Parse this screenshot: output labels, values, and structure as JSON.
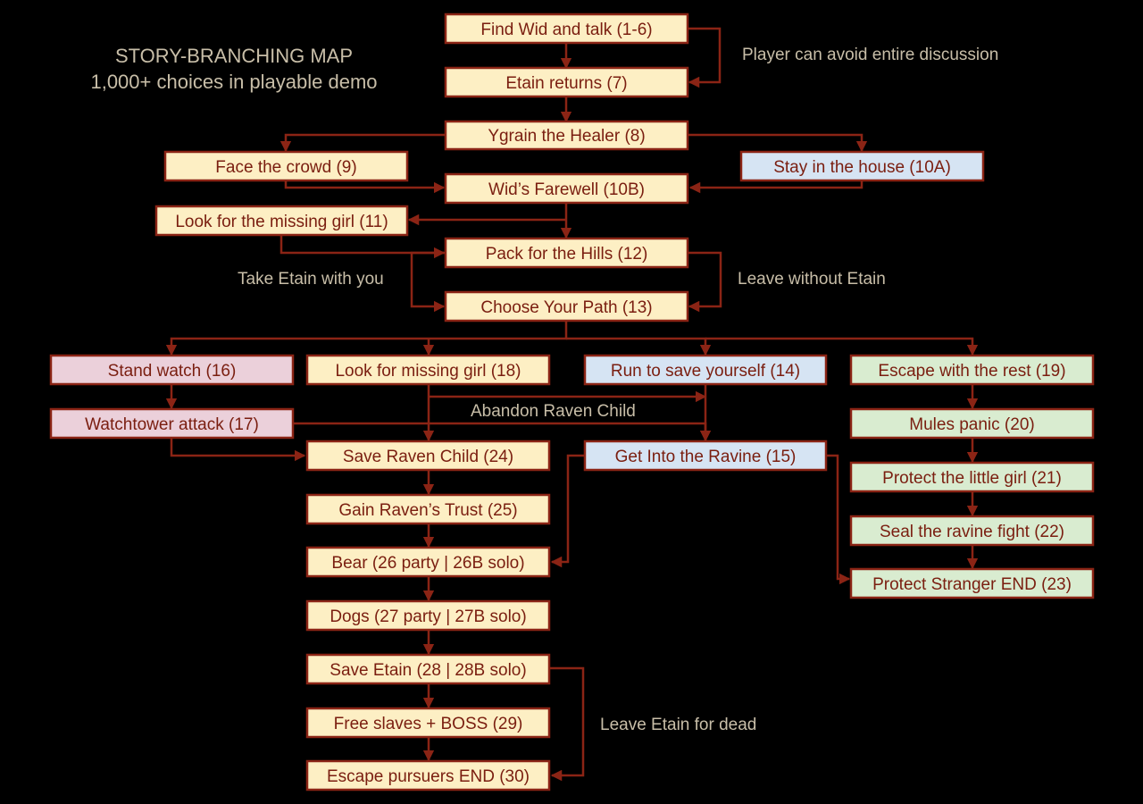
{
  "title": {
    "line1": "STORY-BRANCHING MAP",
    "line2": "1,000+ choices in playable demo"
  },
  "colors": {
    "background": "#000000",
    "stroke": "#8b2415",
    "label_text": "#7a1e10",
    "annotation_text": "#c8bea8",
    "main_fill": "#fdefc4",
    "blue_fill": "#d6e4f3",
    "pink_fill": "#ebd0da",
    "green_fill": "#d9ecd0"
  },
  "nodes": [
    {
      "id": "n1_6",
      "label": "Find Wid and talk (1-6)",
      "style": "main"
    },
    {
      "id": "n7",
      "label": "Etain returns (7)",
      "style": "main"
    },
    {
      "id": "n8",
      "label": "Ygrain the Healer (8)",
      "style": "main"
    },
    {
      "id": "n9",
      "label": "Face the crowd (9)",
      "style": "main"
    },
    {
      "id": "n10a",
      "label": "Stay in the house (10A)",
      "style": "blue"
    },
    {
      "id": "n10b",
      "label": "Wid’s Farewell (10B)",
      "style": "main"
    },
    {
      "id": "n11",
      "label": "Look for the missing girl (11)",
      "style": "main"
    },
    {
      "id": "n12",
      "label": "Pack for the Hills (12)",
      "style": "main"
    },
    {
      "id": "n13",
      "label": "Choose Your Path (13)",
      "style": "main"
    },
    {
      "id": "n16",
      "label": "Stand watch (16)",
      "style": "pink"
    },
    {
      "id": "n18",
      "label": "Look for missing girl (18)",
      "style": "main"
    },
    {
      "id": "n14",
      "label": "Run to save yourself (14)",
      "style": "blue"
    },
    {
      "id": "n19",
      "label": "Escape with the rest (19)",
      "style": "green"
    },
    {
      "id": "n17",
      "label": "Watchtower attack (17)",
      "style": "pink"
    },
    {
      "id": "n20",
      "label": "Mules panic (20)",
      "style": "green"
    },
    {
      "id": "n24",
      "label": "Save Raven Child (24)",
      "style": "main"
    },
    {
      "id": "n15",
      "label": "Get Into the Ravine (15)",
      "style": "blue"
    },
    {
      "id": "n21",
      "label": "Protect the little girl (21)",
      "style": "green"
    },
    {
      "id": "n25",
      "label": "Gain Raven’s Trust (25)",
      "style": "main"
    },
    {
      "id": "n22",
      "label": "Seal the ravine fight (22)",
      "style": "green"
    },
    {
      "id": "n26",
      "label": "Bear (26 party | 26B solo)",
      "style": "main"
    },
    {
      "id": "n23",
      "label": "Protect Stranger END (23)",
      "style": "green"
    },
    {
      "id": "n27",
      "label": "Dogs (27 party | 27B solo)",
      "style": "main"
    },
    {
      "id": "n28",
      "label": "Save Etain (28 | 28B solo)",
      "style": "main"
    },
    {
      "id": "n29",
      "label": "Free slaves + BOSS (29)",
      "style": "main"
    },
    {
      "id": "n30",
      "label": "Escape pursuers END (30)",
      "style": "main"
    }
  ],
  "annotations": [
    {
      "id": "a1",
      "text": "Player can avoid entire discussion"
    },
    {
      "id": "a2",
      "text": "Take Etain with you"
    },
    {
      "id": "a3",
      "text": "Leave without Etain"
    },
    {
      "id": "a4",
      "text": "Abandon Raven Child"
    },
    {
      "id": "a5",
      "text": "Leave Etain for dead"
    }
  ]
}
